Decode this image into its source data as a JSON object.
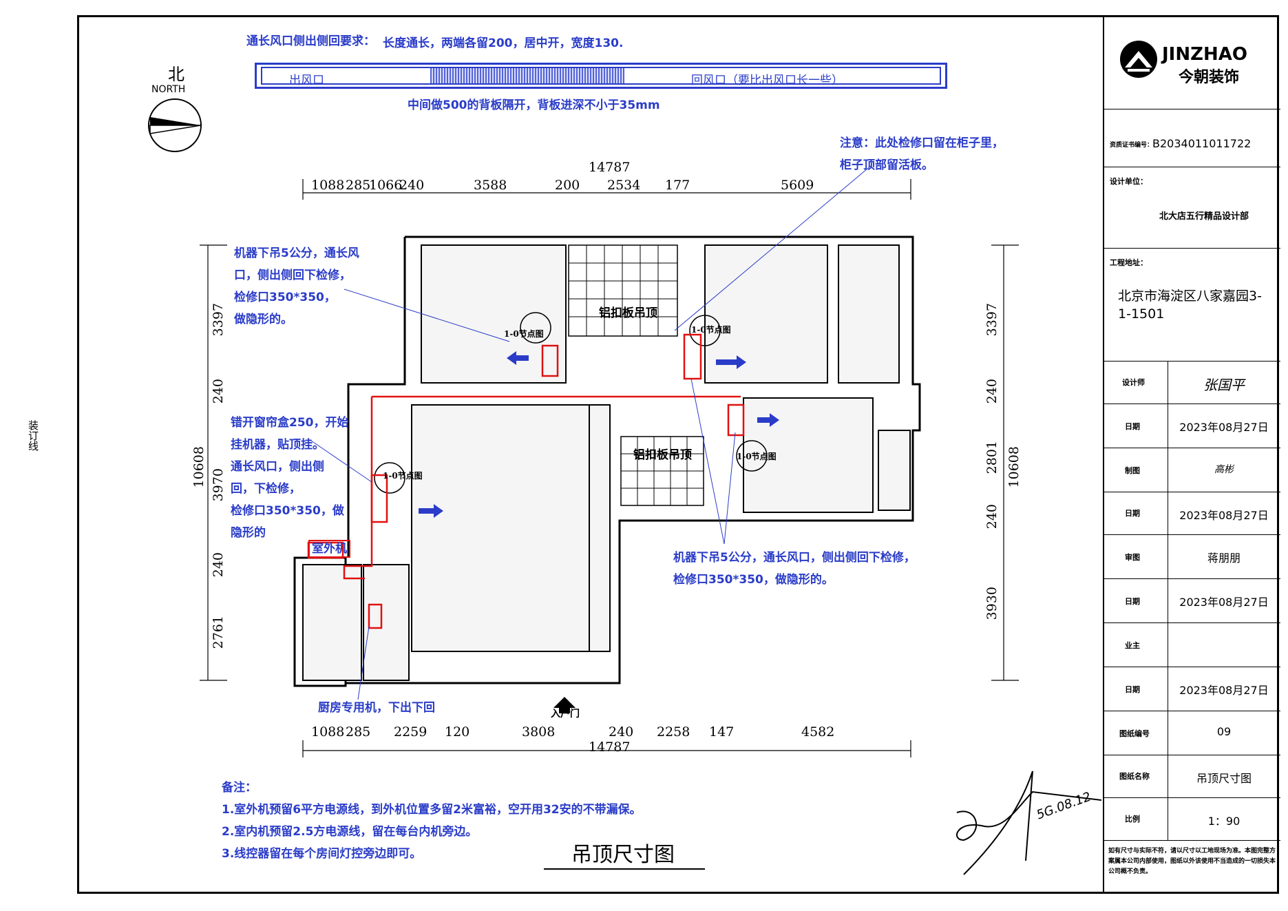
{
  "binding_line": "装订线",
  "notes_top": {
    "duct_req_title": "通长风口侧出侧回要求：",
    "duct_req_detail": "长度通长，两端各留200，居中开，宽度130.",
    "outlet_label": "出风口",
    "return_label": "回风口（要比出风口长一些）",
    "divider_note": "中间做500的背板隔开，背板进深不小于35mm"
  },
  "compass": {
    "cn": "北",
    "en": "NORTH"
  },
  "dimensions": {
    "top_total": "14787",
    "top_segments": [
      "1088",
      "285",
      "1066",
      "240",
      "3588",
      "200",
      "2534",
      "177",
      "5609"
    ],
    "bottom_total": "14787",
    "bottom_segments": [
      "1088",
      "285",
      "2259",
      "120",
      "3808",
      "240",
      "2258",
      "147",
      "4582"
    ],
    "left_total": "10608",
    "left_segments": [
      "3397",
      "240",
      "3970",
      "240",
      "2761"
    ],
    "right_total": "10608",
    "right_segments": [
      "3397",
      "240",
      "2801",
      "240",
      "3930"
    ]
  },
  "annotations": {
    "note_top_right_1": "注意：此处检修口留在柜子里，",
    "note_top_right_2": "柜子顶部留活板。",
    "note_left_top": [
      "机器下吊5公分，通长风",
      "口，侧出侧回下检修，",
      "检修口350*350，",
      "做隐形的。"
    ],
    "note_left_mid": [
      "错开窗帘盒250，开始",
      "挂机器，贴顶挂。",
      "通长风口，侧出侧",
      "回，下检修，",
      "检修口350*350，做",
      "隐形的"
    ],
    "outdoor_unit": "室外机",
    "note_center_right": [
      "机器下吊5公分，通长风口，侧出侧回下检修，",
      "检修口350*350，做隐形的。"
    ],
    "kitchen_unit": "厨房专用机，下出下回",
    "entrance": "入户门"
  },
  "plan_labels": {
    "aluminum_1": "铝扣板吊顶",
    "aluminum_2": "铝扣板吊顶",
    "node_1": "1-0节点图",
    "node_2": "1-0节点图",
    "node_3": "1-0节点图",
    "node_4": "1-0节点图"
  },
  "remarks": {
    "title": "备注：",
    "items": [
      "1.室外机预留6平方电源线，到外机位置多留2米富裕，空开用32安的不带漏保。",
      "2.室内机预留2.5方电源线，留在每台内机旁边。",
      "3.线控器留在每个房间灯控旁边即可。"
    ]
  },
  "drawing_title": "吊顶尺寸图",
  "signature_mark": "5G.08.12",
  "title_block": {
    "brand_en": "JINZHAO",
    "brand_cn": "今朝装饰",
    "cert_label": "资质证书编号：",
    "cert_no": "B2034011011722",
    "design_label": "设计单位：",
    "design_unit": "北大店五行精品设计部",
    "address_label": "工程地址：",
    "address": "北京市海淀区八家嘉园3-1-1501",
    "rows": [
      {
        "label": "设计师",
        "value": "张国平"
      },
      {
        "label": "日期",
        "value": "2023年08月27日"
      },
      {
        "label": "制图",
        "value": "高彬"
      },
      {
        "label": "日期",
        "value": "2023年08月27日"
      },
      {
        "label": "审图",
        "value": "蒋朋朋"
      },
      {
        "label": "日期",
        "value": "2023年08月27日"
      },
      {
        "label": "业主",
        "value": ""
      },
      {
        "label": "日期",
        "value": "2023年08月27日"
      },
      {
        "label": "图纸编号",
        "value": "09"
      },
      {
        "label": "图纸名称",
        "value": "吊顶尺寸图"
      },
      {
        "label": "比例",
        "value": "1：90"
      }
    ],
    "footer": "如有尺寸与实际不符，请以尺寸以工地现场为准。本图完整方案属本公司内部使用，图纸以外该使用不当造成的一切损失本公司概不负责。"
  },
  "colors": {
    "annotation_blue": "#2a3cc8",
    "duct_red": "#e01010"
  }
}
